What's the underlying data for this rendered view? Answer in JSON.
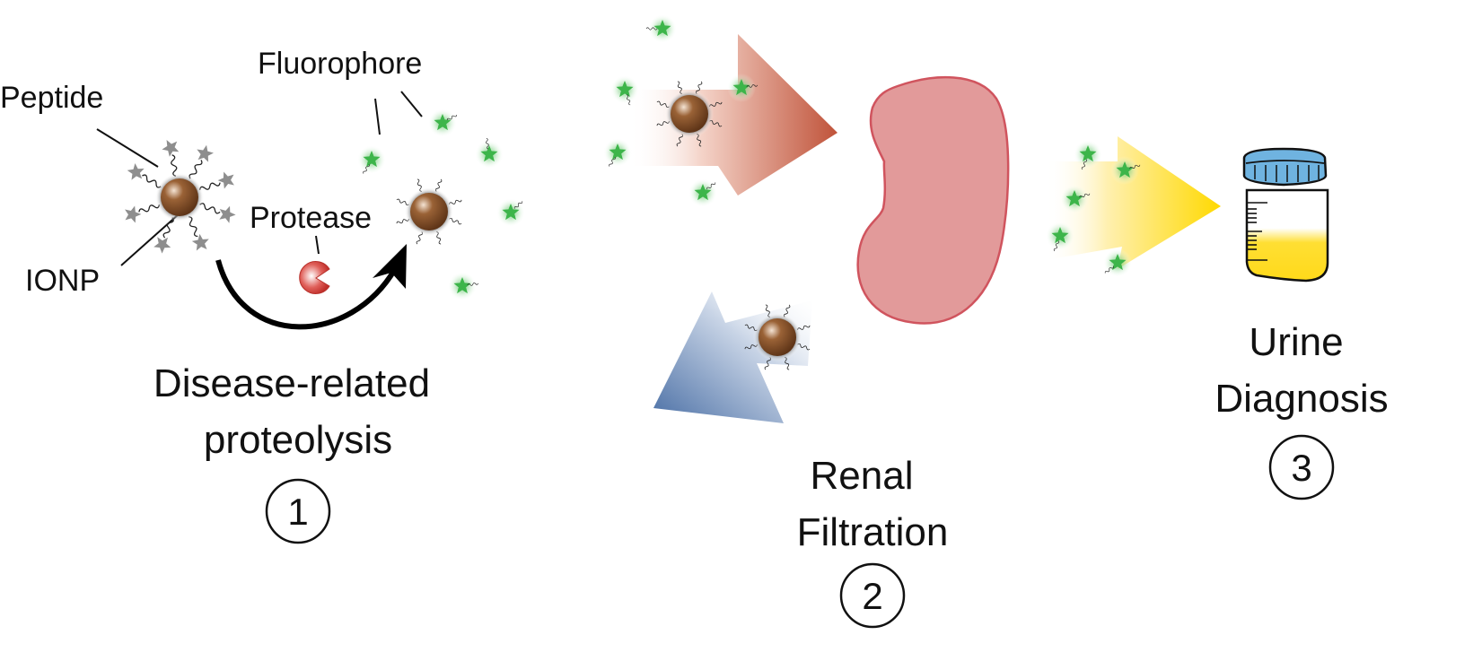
{
  "labels": {
    "peptide": "Peptide",
    "ionp": "IONP",
    "fluorophore": "Fluorophore",
    "protease": "Protease"
  },
  "steps": [
    {
      "number": "1",
      "line1": "Disease-related",
      "line2": "proteolysis"
    },
    {
      "number": "2",
      "line1": "Renal",
      "line2": "Filtration"
    },
    {
      "number": "3",
      "line1": "Urine",
      "line2": "Diagnosis"
    }
  ],
  "colors": {
    "nanoparticle": "#7a4a25",
    "peptide_star": "#8e8e8e",
    "fluorophore_star": "#3db54a",
    "protease": "#d23a35",
    "kidney_fill": "#e29a9a",
    "kidney_stroke": "#d0545e",
    "arrow_red": "#c0533a",
    "arrow_blue": "#4a6fa5",
    "arrow_yellow": "#ffd900",
    "cup_lid": "#6fb3e0",
    "urine": "#ffd91a"
  }
}
